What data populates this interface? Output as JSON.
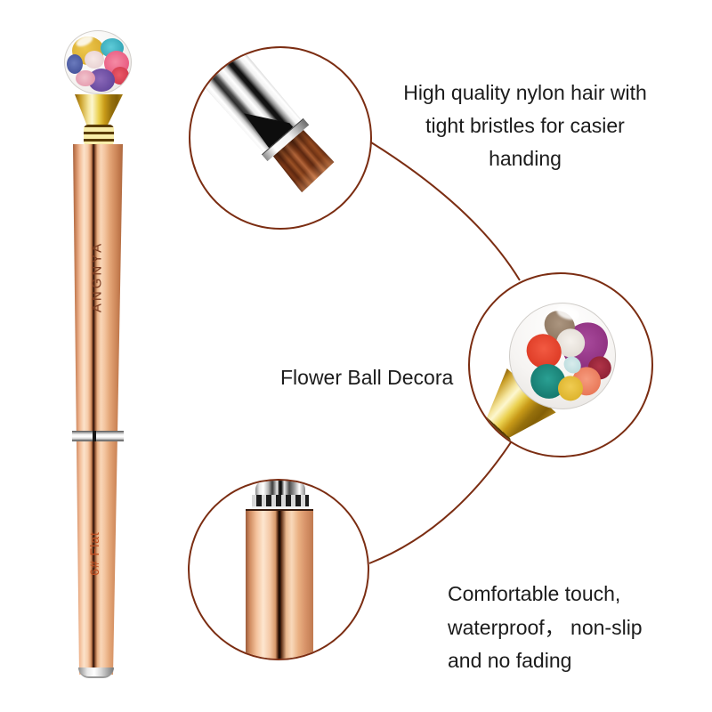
{
  "product": {
    "brand_text": "ANGNYA",
    "size_text": "6# Flat"
  },
  "annotations": {
    "nylon_hair": {
      "line1": "High quality nylon hair with",
      "line2": "tight bristles for casier handing"
    },
    "flower_ball": {
      "label": "Flower Ball Decora"
    },
    "comfort": {
      "line1": "Comfortable touch,",
      "line2": "waterproof， non-slip",
      "line3": "and no fading"
    }
  },
  "colors": {
    "background": "#ffffff",
    "callout_line": "#7b2d12",
    "text": "#1c1c1c",
    "rose_gold_highlight": "#fce2ca",
    "rose_gold_mid": "#e3a577",
    "gold": "#ead04e",
    "brand_text_color": "#7b3b20",
    "size_text_color": "#c35022",
    "bristle_brown": "#7e3a18"
  }
}
